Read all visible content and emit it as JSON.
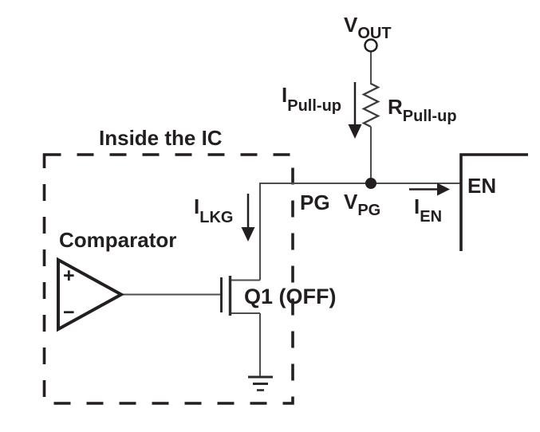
{
  "figure": {
    "description": "Schematic of a power-good (PG) open-drain output pulled up through a resistor to VOUT and driving an EN pin; comparator and Q1 are inside the IC",
    "colors": {
      "ink": "#231f20",
      "wire": "#4d4d4f",
      "background": "#ffffff"
    },
    "labels": {
      "supply": {
        "main": "V",
        "sub": "OUT"
      },
      "pullup_current": {
        "main": "I",
        "sub": "Pull-up"
      },
      "pullup_resistor": {
        "main": "R",
        "sub": "Pull-up"
      },
      "ic_boundary": "Inside the IC",
      "pg_net": "PG",
      "pg_voltage": {
        "main": "V",
        "sub": "PG"
      },
      "en_current": {
        "main": "I",
        "sub": "EN"
      },
      "en_pin": "EN",
      "leakage_current": {
        "main": "I",
        "sub": "LKG"
      },
      "comparator": "Comparator",
      "comparator_plus": "+",
      "comparator_minus": "−",
      "transistor": "Q1 (OFF)"
    }
  }
}
